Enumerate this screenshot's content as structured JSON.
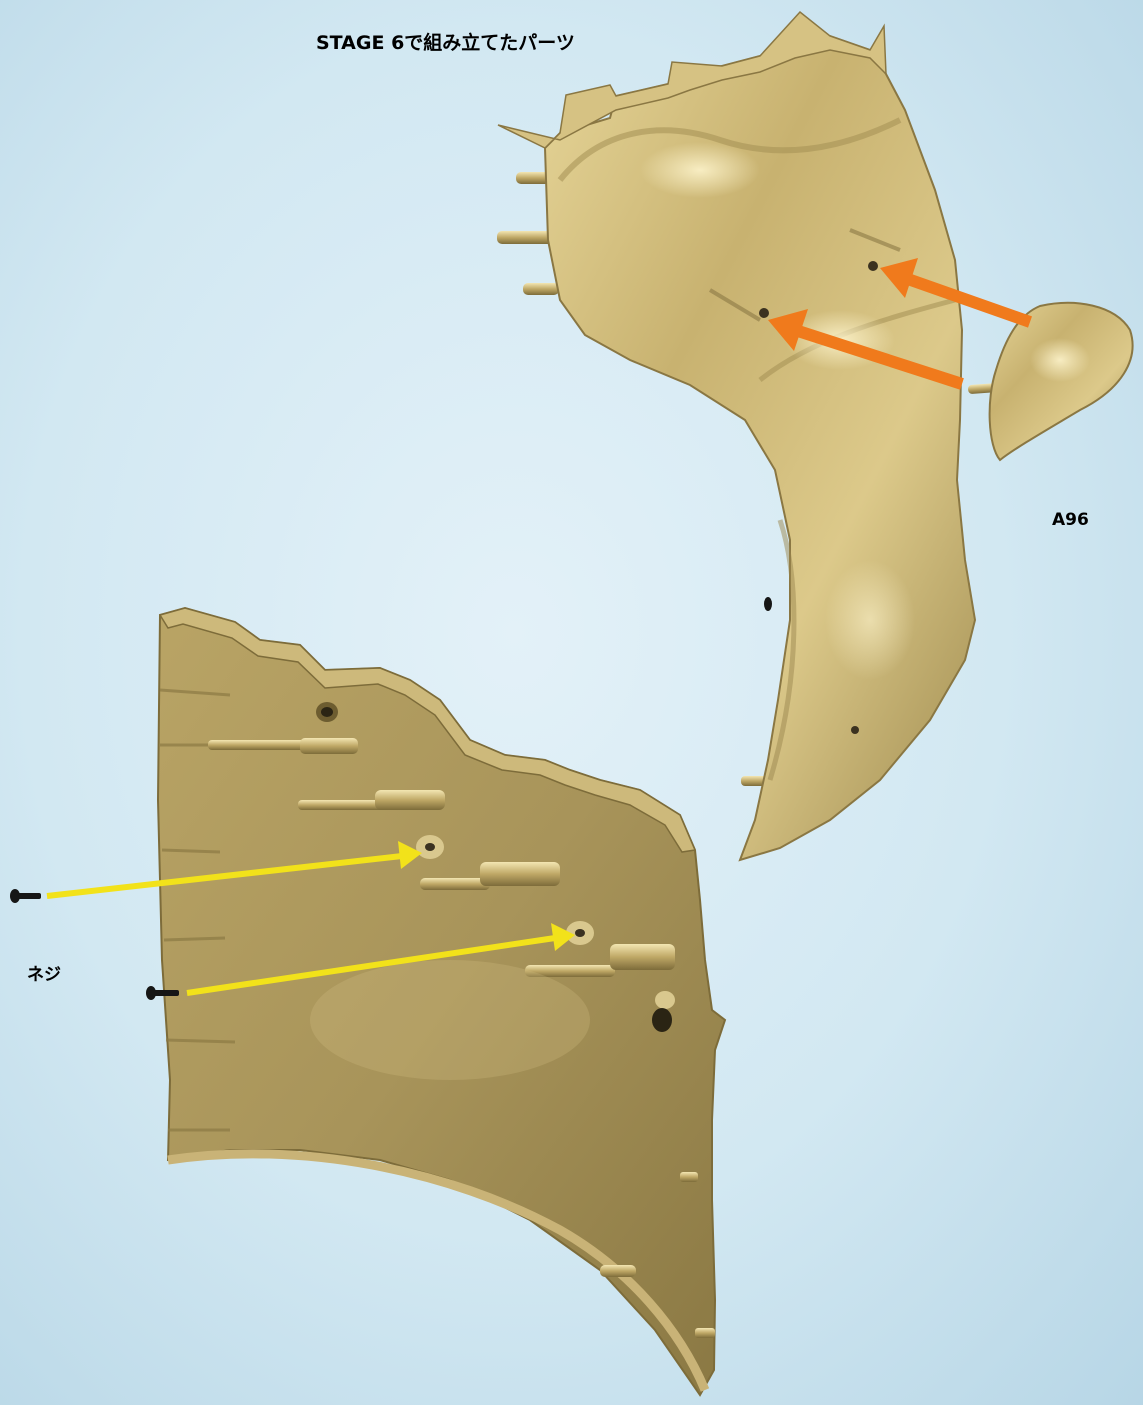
{
  "labels": {
    "title": "STAGE 6で組み立てたパーツ",
    "part": "A96",
    "screw": "ネジ"
  },
  "colors": {
    "background": "#d2e8f2",
    "gold": "#c9b377",
    "gold_dark": "#8d7a45",
    "gold_light": "#efe1a6",
    "arrow_orange": "#f07a1c",
    "arrow_yellow": "#f2e21a",
    "screw": "#161616"
  },
  "icons": [
    "screw-icon",
    "arrow-icon"
  ]
}
